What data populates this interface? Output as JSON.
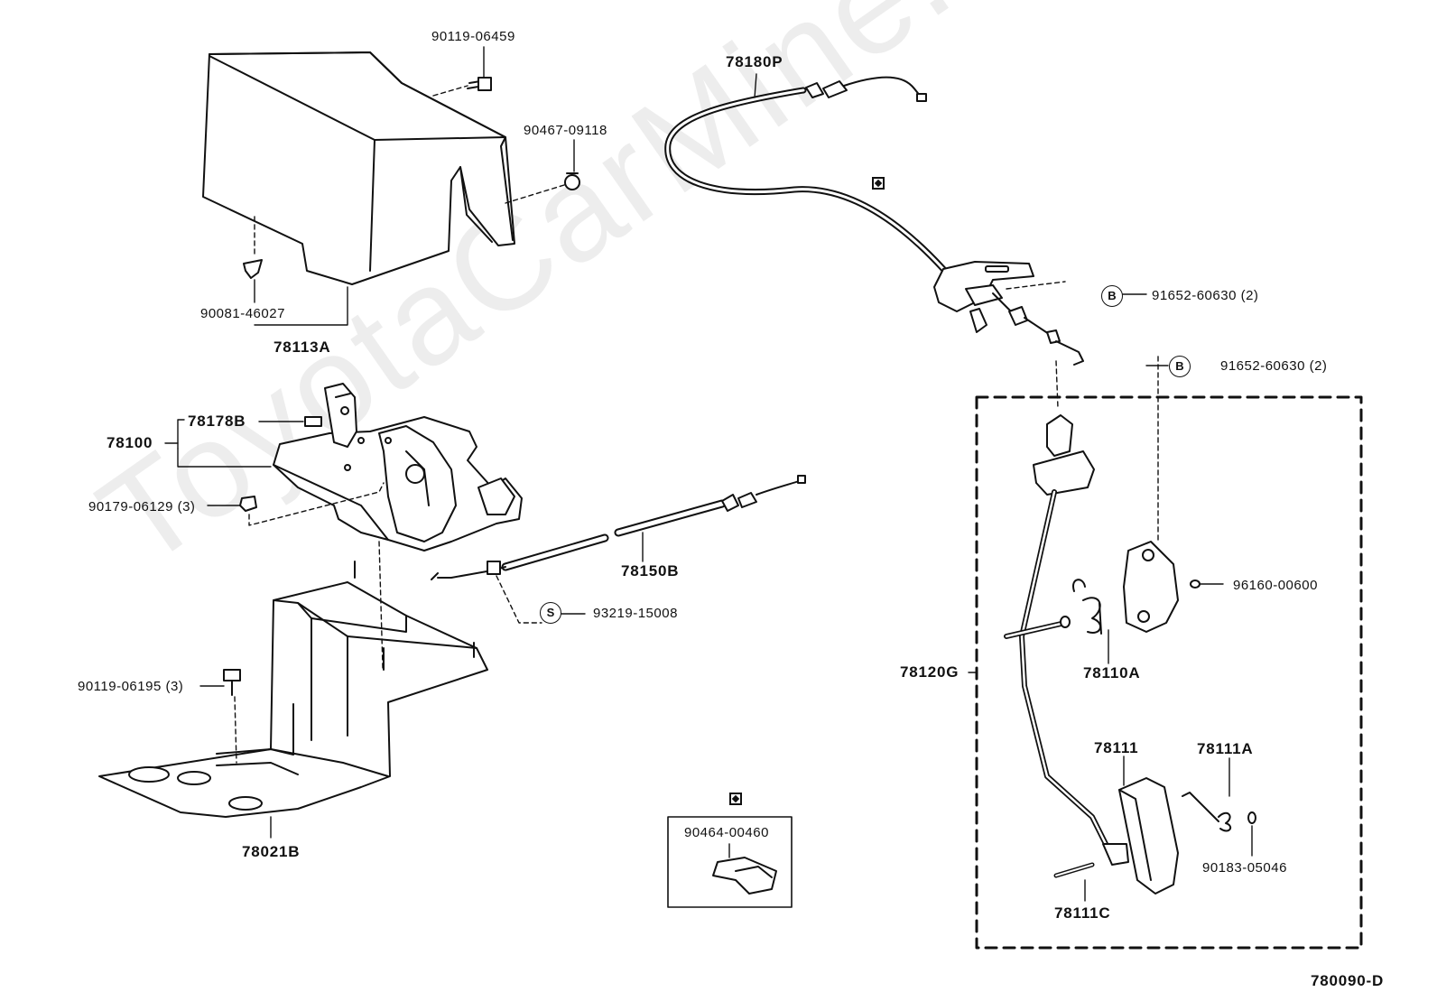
{
  "watermark": "ToyotaCarMine.ru",
  "diagram_code": "780090-D",
  "labels": {
    "p_90119_06459": "90119-06459",
    "p_90467_09118": "90467-09118",
    "p_90081_46027": "90081-46027",
    "p_78113A": "78113A",
    "p_78180P": "78180P",
    "p_91652_60630_top": "91652-60630 (2)",
    "p_91652_60630_mid": "91652-60630 (2)",
    "p_78100": "78100",
    "p_78178B": "78178B",
    "p_90179_06129": "90179-06129 (3)",
    "p_78150B": "78150B",
    "p_93219_15008": "93219-15008",
    "p_90119_06195": "90119-06195 (3)",
    "p_78021B": "78021B",
    "p_90464_00460": "90464-00460",
    "p_78120G": "78120G",
    "p_96160_00600": "96160-00600",
    "p_78110A": "78110A",
    "p_78111": "78111",
    "p_78111A": "78111A",
    "p_90183_05046": "90183-05046",
    "p_78111C": "78111C"
  },
  "badges": {
    "b_top": "B",
    "b_mid": "B",
    "s_clip": "S"
  }
}
